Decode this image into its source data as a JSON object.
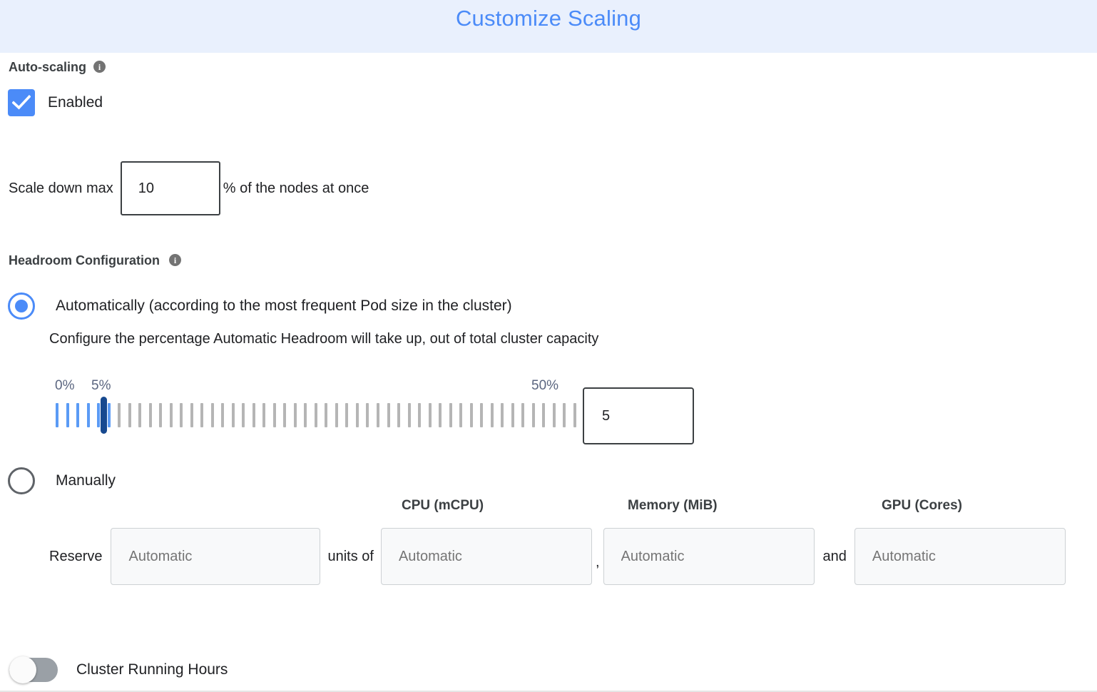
{
  "header": {
    "title": "Customize Scaling",
    "background_color": "#e9f0fd",
    "title_color": "#4b8bf8"
  },
  "autoscaling": {
    "section_label": "Auto-scaling",
    "info_icon": "info-icon",
    "info_glyph": "i",
    "checkbox_label": "Enabled",
    "checkbox_checked": true,
    "accent_color": "#4b8bf8"
  },
  "scale_down": {
    "prefix_label": "Scale down max",
    "value": "10",
    "suffix_label": "% of the nodes at once"
  },
  "headroom": {
    "section_label": "Headroom Configuration",
    "info_glyph": "i",
    "option_auto_label": "Automatically (according to the most frequent Pod size in the cluster)",
    "option_auto_selected": true,
    "description": "Configure the percentage Automatic Headroom will take up, out of total cluster capacity",
    "option_manual_label": "Manually",
    "option_manual_selected": false
  },
  "slider": {
    "min_label": "0%",
    "current_label": "5%",
    "max_label": "50%",
    "min": 0,
    "max": 50,
    "value": 5,
    "tick_count": 51,
    "value_input": "5",
    "filled_color": "#5b9bf5",
    "empty_color": "#b5b5b5",
    "thumb_color": "#17498f"
  },
  "manual_reserve": {
    "reserve_label": "Reserve",
    "units_of_label": "units of",
    "comma_label": ",",
    "and_label": "and",
    "fields": [
      {
        "name": "units",
        "column_label": "",
        "placeholder": "Automatic",
        "value": "",
        "disabled": true
      },
      {
        "name": "cpu",
        "column_label": "CPU (mCPU)",
        "placeholder": "Automatic",
        "value": "",
        "disabled": true
      },
      {
        "name": "memory",
        "column_label": "Memory (MiB)",
        "placeholder": "Automatic",
        "value": "",
        "disabled": true
      },
      {
        "name": "gpu",
        "column_label": "GPU (Cores)",
        "placeholder": "Automatic",
        "value": "",
        "disabled": true
      }
    ]
  },
  "cluster_running_hours": {
    "label": "Cluster Running Hours",
    "enabled": false
  }
}
